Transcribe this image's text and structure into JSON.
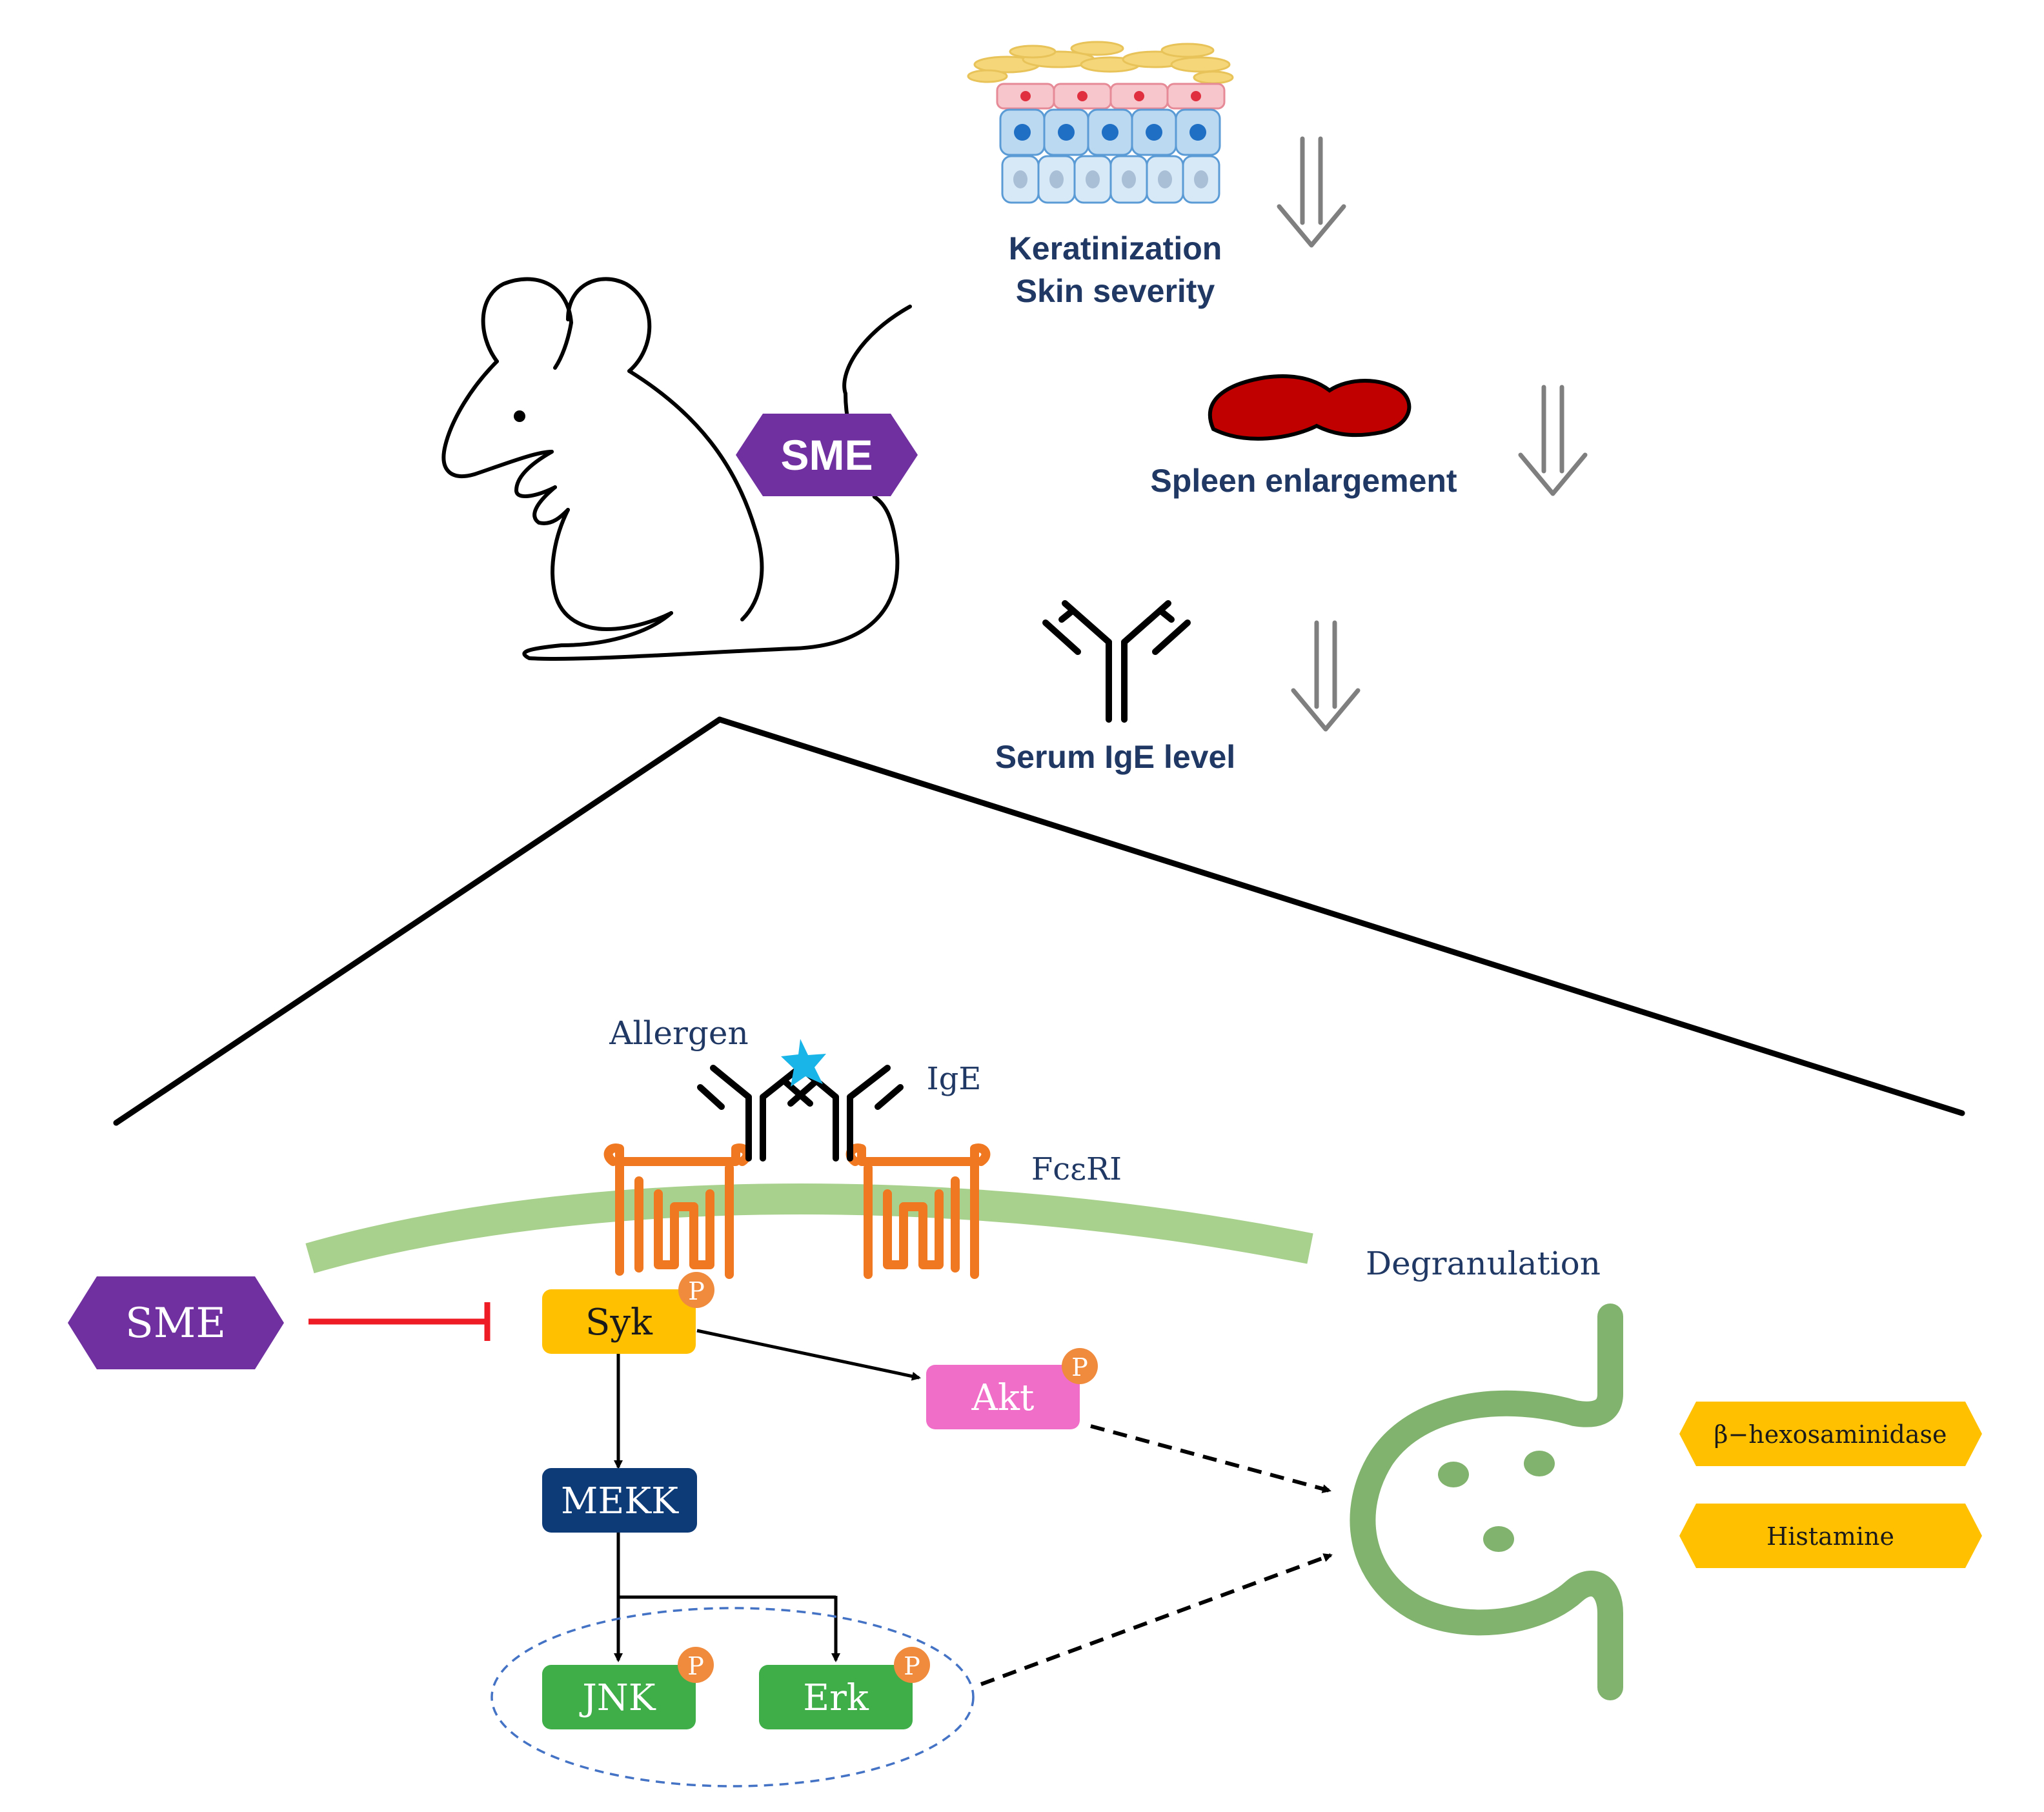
{
  "top": {
    "sme_label": "SME",
    "skin_line1": "Keratinization",
    "skin_line2": "Skin severity",
    "spleen_label": "Spleen enlargement",
    "ige_level_label": "Serum IgE level"
  },
  "pathway": {
    "allergen_label": "Allergen",
    "ige_label": "IgE",
    "receptor_label": "FcεRI",
    "sme_label": "SME",
    "syk_label": "Syk",
    "akt_label": "Akt",
    "mekk_label": "MEKK",
    "jnk_label": "JNK",
    "erk_label": "Erk",
    "phospho_label": "P",
    "degranulation_label": "Degranulation",
    "mediator_1": "β−hexosaminidase",
    "mediator_2": "Histamine"
  },
  "colors": {
    "sme_purple": "#7030a0",
    "syk_yellow": "#ffc000",
    "akt_pink": "#f06ec8",
    "mekk_navy": "#0d3b78",
    "jnk_green": "#3fae49",
    "erk_green": "#3fae49",
    "phospho_orange": "#f08a3c",
    "receptor_orange": "#f07820",
    "membrane_green": "#a9d18e",
    "vesicle_green": "#82b36e",
    "inhibit_red": "#ee1c24",
    "down_arrow_gray": "#7f7f7f",
    "label_navy": "#1f3864",
    "spleen_red": "#c00000",
    "allergen_cyan": "#19b4e8"
  }
}
